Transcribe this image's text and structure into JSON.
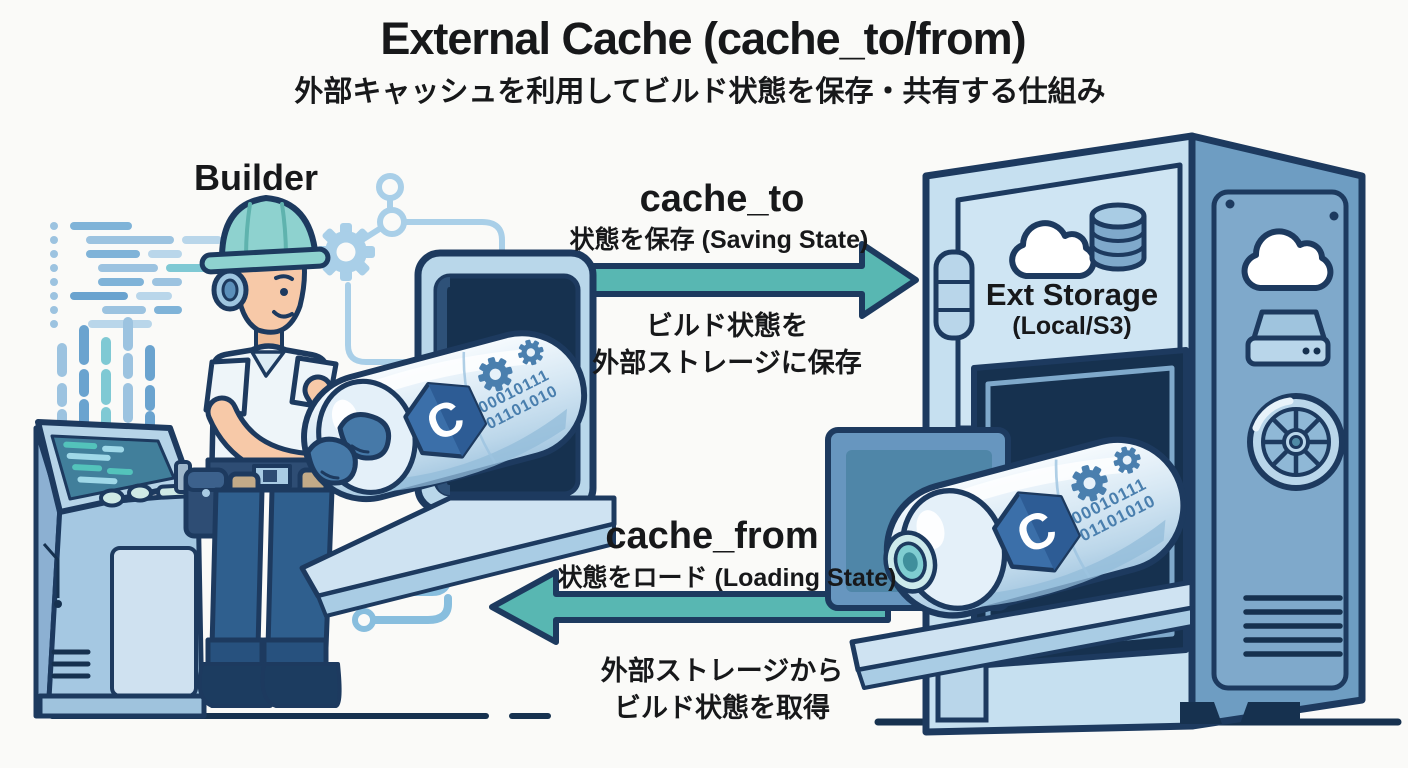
{
  "title": "External Cache (cache_to/from)",
  "subtitle": "外部キャッシュを利用してビルド状態を保存・共有する仕組み",
  "builder": {
    "label": "Builder"
  },
  "cache_to": {
    "label": "cache_to",
    "state": "状態を保存 (Saving State)",
    "desc_line1": "ビルド状態を",
    "desc_line2": "外部ストレージに保存"
  },
  "cache_from": {
    "label": "cache_from",
    "state": "状態をロード (Loading State)",
    "desc_line1": "外部ストレージから",
    "desc_line2": "ビルド状態を取得"
  },
  "storage": {
    "name": "Ext Storage",
    "type": "(Local/S3)"
  },
  "capsule": {
    "logo_letter": "C",
    "binary_line1": "00010111",
    "binary_line2": "01101010"
  },
  "colors": {
    "outline": "#1d3a5f",
    "arrow_fill": "#58b7b2",
    "cabinet_front": "#c6e0f0",
    "cabinet_side": "#6e9dc2",
    "capsule_light": "#dcecf7",
    "hat_teal": "#8ed2cf",
    "hex_logo_blue": "#3b6fa9",
    "decor_blue": "#a9cfe8"
  }
}
